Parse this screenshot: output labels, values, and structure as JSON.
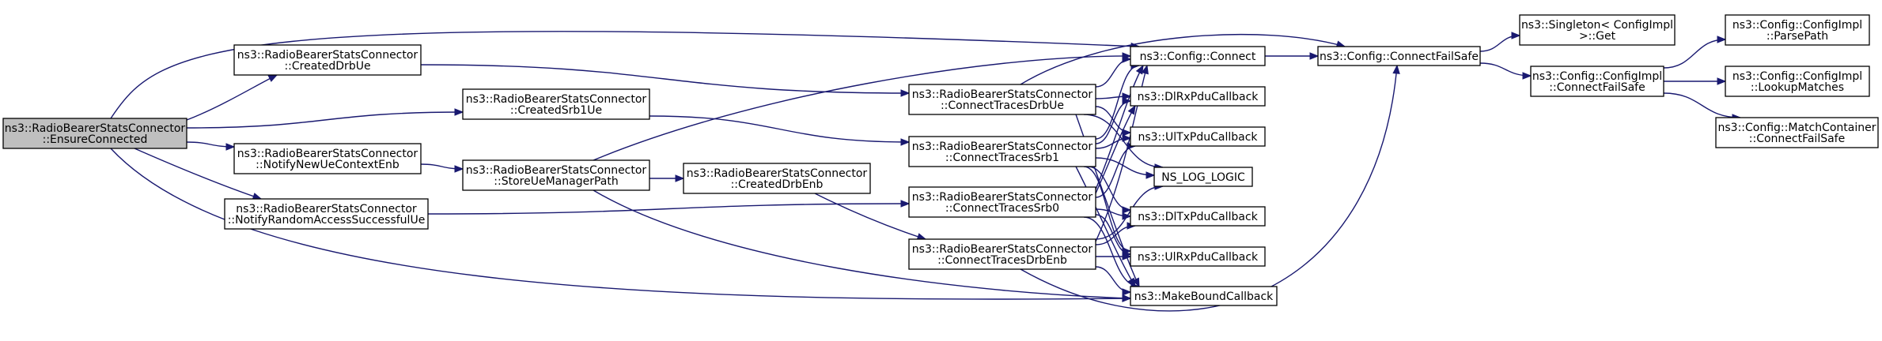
{
  "colors": {
    "edge": "#191970",
    "root_fill": "#bfbfbf",
    "node_fill": "#ffffff",
    "node_border": "#000000"
  },
  "nodes": {
    "ensure": {
      "lines": [
        "ns3::RadioBearerStatsConnector",
        "::EnsureConnected"
      ],
      "root": true
    },
    "createdDrbUe": {
      "lines": [
        "ns3::RadioBearerStatsConnector",
        "::CreatedDrbUe"
      ]
    },
    "createdSrb1Ue": {
      "lines": [
        "ns3::RadioBearerStatsConnector",
        "::CreatedSrb1Ue"
      ]
    },
    "notifyNewUe": {
      "lines": [
        "ns3::RadioBearerStatsConnector",
        "::NotifyNewUeContextEnb"
      ]
    },
    "notifyRandom": {
      "lines": [
        "ns3::RadioBearerStatsConnector",
        "::NotifyRandomAccessSuccessfulUe"
      ]
    },
    "storeUe": {
      "lines": [
        "ns3::RadioBearerStatsConnector",
        "::StoreUeManagerPath"
      ]
    },
    "createdDrbEnb": {
      "lines": [
        "ns3::RadioBearerStatsConnector",
        "::CreatedDrbEnb"
      ]
    },
    "ctDrbUe": {
      "lines": [
        "ns3::RadioBearerStatsConnector",
        "::ConnectTracesDrbUe"
      ]
    },
    "ctSrb1": {
      "lines": [
        "ns3::RadioBearerStatsConnector",
        "::ConnectTracesSrb1"
      ]
    },
    "ctSrb0": {
      "lines": [
        "ns3::RadioBearerStatsConnector",
        "::ConnectTracesSrb0"
      ]
    },
    "ctDrbEnb": {
      "lines": [
        "ns3::RadioBearerStatsConnector",
        "::ConnectTracesDrbEnb"
      ]
    },
    "connect": {
      "lines": [
        "ns3::Config::Connect"
      ]
    },
    "dlRx": {
      "lines": [
        "ns3::DlRxPduCallback"
      ]
    },
    "ulTx": {
      "lines": [
        "ns3::UlTxPduCallback"
      ]
    },
    "nsLog": {
      "lines": [
        "NS_LOG_LOGIC"
      ]
    },
    "dlTx": {
      "lines": [
        "ns3::DlTxPduCallback"
      ]
    },
    "ulRx": {
      "lines": [
        "ns3::UlRxPduCallback"
      ]
    },
    "makeBound": {
      "lines": [
        "ns3::MakeBoundCallback"
      ]
    },
    "connectFail": {
      "lines": [
        "ns3::Config::ConnectFailSafe"
      ]
    },
    "singleton": {
      "lines": [
        "ns3::Singleton< ConfigImpl",
        " >::Get"
      ]
    },
    "cfgImplCFS": {
      "lines": [
        "ns3::Config::ConfigImpl",
        "::ConnectFailSafe"
      ]
    },
    "parsePath": {
      "lines": [
        "ns3::Config::ConfigImpl",
        "::ParsePath"
      ]
    },
    "lookup": {
      "lines": [
        "ns3::Config::ConfigImpl",
        "::LookupMatches"
      ]
    },
    "matchCont": {
      "lines": [
        "ns3::Config::MatchContainer",
        "::ConnectFailSafe"
      ]
    }
  }
}
